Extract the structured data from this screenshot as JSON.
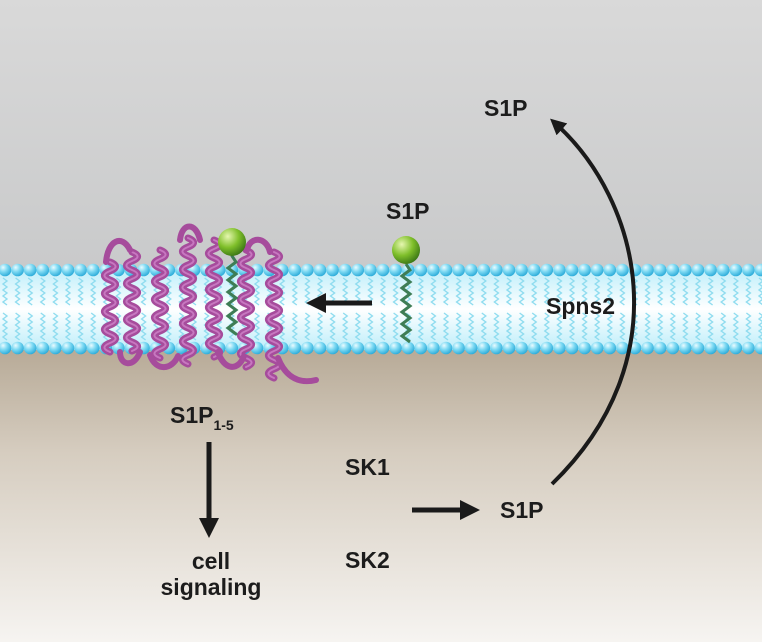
{
  "labels": {
    "s1p_exported": "S1P",
    "s1p_membrane": "S1P",
    "transporter": "Spns2",
    "receptor_main": "S1P",
    "receptor_sub": "1-5",
    "outcome_line1": "cell",
    "outcome_line2": "signaling",
    "kinase_1": "SK1",
    "kinase_2": "SK2",
    "s1p_intracellular": "S1P"
  },
  "colors": {
    "extracellular_top": "#d9d9d9",
    "extracellular_bottom": "#c7c8c9",
    "cytoplasm_top": "#a99a84",
    "cytoplasm_bottom": "#f6f4f1",
    "lipid_head": "#6fd3f0",
    "lipid_tail": "#9ee2f2",
    "receptor": "#a64c9c",
    "s1p_head": "#7fbf2a",
    "s1p_tail": "#3e7d55",
    "arrow": "#1a1a1a",
    "label": "#1c1c1c"
  },
  "icons": [
    "s1p-receptor-helices-icon",
    "s1p-lipid-molecule-icon",
    "arrow-icon"
  ]
}
